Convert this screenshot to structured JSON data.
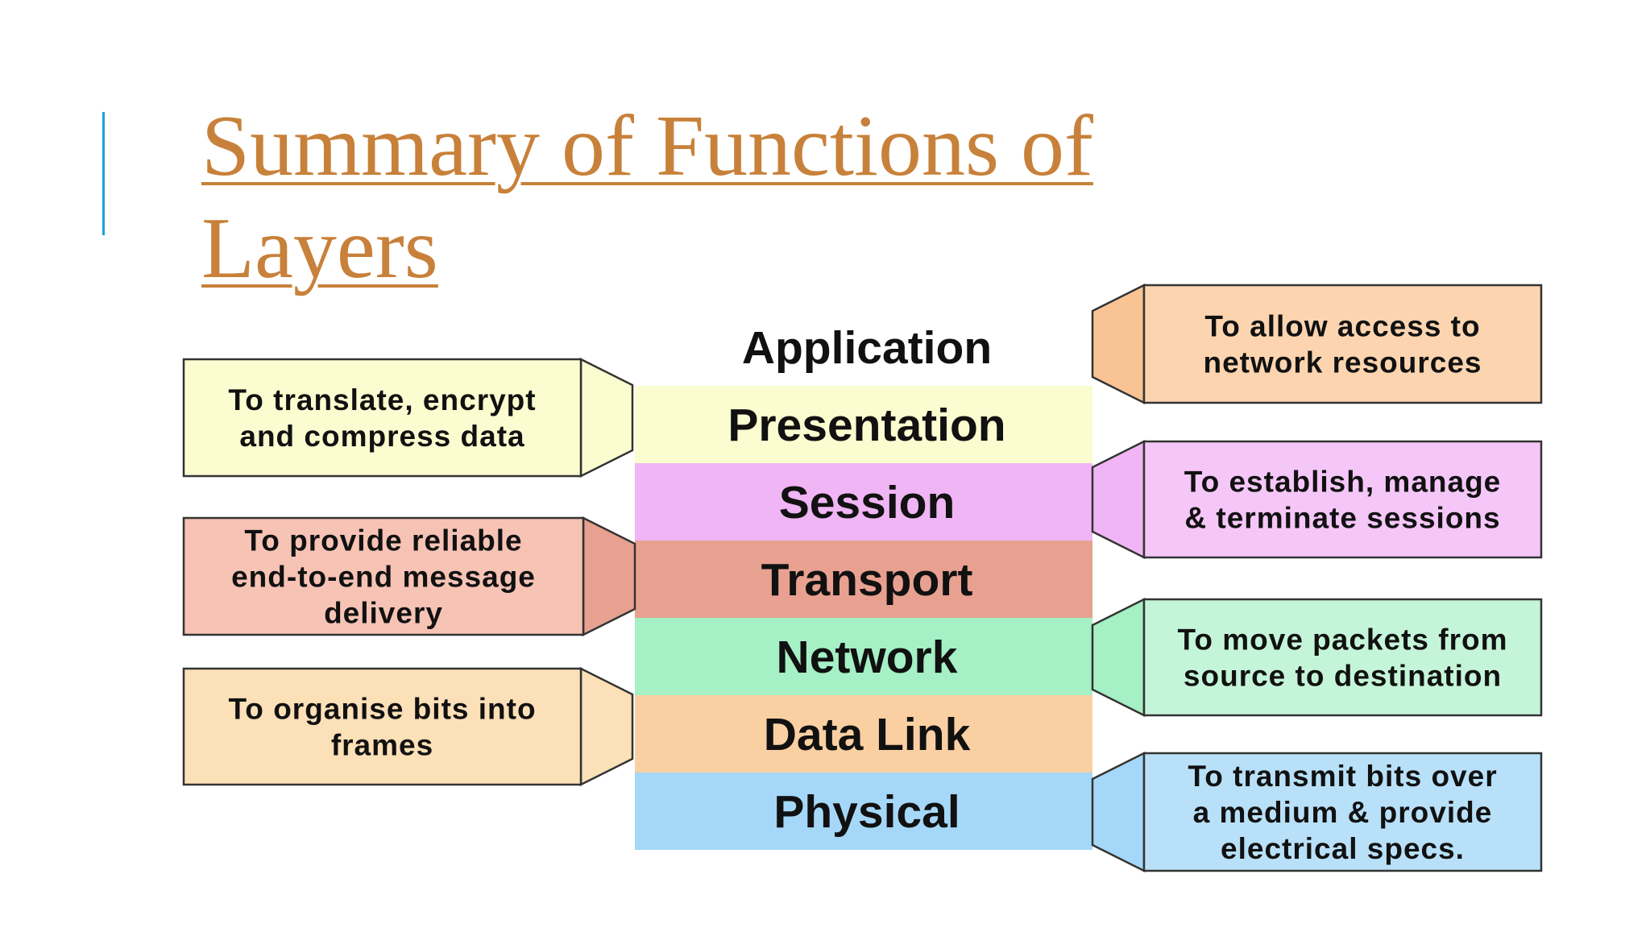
{
  "title": "Summary of Functions of Layers",
  "layers": [
    {
      "name": "Application",
      "color": "#ffffff"
    },
    {
      "name": "Presentation",
      "color": "#fbfccf"
    },
    {
      "name": "Session",
      "color": "#f0b5f5"
    },
    {
      "name": "Transport",
      "color": "#e8a190"
    },
    {
      "name": "Network",
      "color": "#a5f0c5"
    },
    {
      "name": "Data Link",
      "color": "#fad0a3"
    },
    {
      "name": "Physical",
      "color": "#a5d8f8"
    }
  ],
  "left_notes": [
    {
      "lines": [
        "To translate, encrypt",
        "and compress data"
      ],
      "color": "#fbfccf",
      "arrow_color": "#fbfccf"
    },
    {
      "lines": [
        "To provide reliable",
        "end-to-end message",
        "delivery"
      ],
      "color": "#f6c3b5",
      "arrow_color": "#e8a190"
    },
    {
      "lines": [
        "To organise bits into",
        "frames"
      ],
      "color": "#fce0b8",
      "arrow_color": "#fce0b8"
    }
  ],
  "right_notes": [
    {
      "lines": [
        "To allow access to",
        "network resources"
      ],
      "color": "#fcd5b0",
      "arrow_color": "#f8c493"
    },
    {
      "lines": [
        "To establish, manage",
        "&  terminate sessions"
      ],
      "color": "#f5c6f8",
      "arrow_color": "#f0b5f5"
    },
    {
      "lines": [
        "To move packets from",
        "source to destination"
      ],
      "color": "#c5f5d8",
      "arrow_color": "#a5f0c5"
    },
    {
      "lines": [
        "To transmit bits over",
        "a medium & provide",
        "electrical specs."
      ],
      "color": "#b8e0f8",
      "arrow_color": "#a5d8f8"
    }
  ]
}
